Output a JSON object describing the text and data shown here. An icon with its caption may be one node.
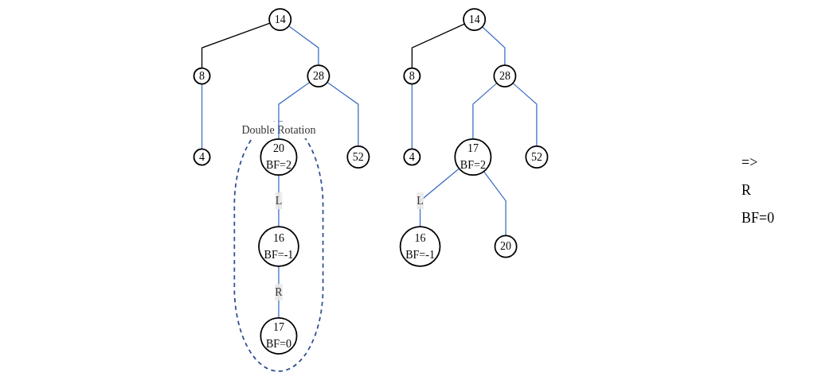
{
  "diagram": {
    "nodes": [
      {
        "text": [
          "14"
        ]
      },
      {
        "text": [
          "8"
        ]
      },
      {
        "text": [
          "28"
        ]
      },
      {
        "text": [
          "4"
        ]
      },
      {
        "text": [
          "Double Rotation"
        ]
      },
      {
        "text": [
          "20",
          "BF=2"
        ],
        "in": 4
      },
      {
        "text": [
          "52"
        ]
      },
      {
        "text": [
          "16",
          "BF=-1"
        ],
        "in": 4
      },
      {
        "text": [
          "17",
          "BF=0"
        ],
        "in": 4
      },
      {
        "text": [
          "14"
        ]
      },
      {
        "text": [
          "8"
        ]
      },
      {
        "text": [
          "28"
        ]
      },
      {
        "text": [
          "4"
        ]
      },
      {
        "text": [
          "17",
          "BF=2"
        ]
      },
      {
        "text": [
          "52"
        ]
      },
      {
        "text": [
          "16",
          "BF=-1"
        ]
      },
      {
        "text": [
          "20"
        ]
      }
    ],
    "edges": [
      {
        "from": 0,
        "to": 1,
        "arrow": "none",
        "color": "#000000"
      },
      {
        "from": 0,
        "to": 2,
        "arrow": "none"
      },
      {
        "from": 1,
        "to": 3,
        "arrow": "none"
      },
      {
        "from": 2,
        "to": 5,
        "arrow": "none"
      },
      {
        "from": 2,
        "to": 6,
        "arrow": "none"
      },
      {
        "from": 5,
        "to": 7,
        "arrow": "none",
        "label": "L"
      },
      {
        "from": 7,
        "to": 8,
        "arrow": "none",
        "label": "R"
      },
      {
        "from": 9,
        "to": 10,
        "arrow": "none",
        "color": "#000000"
      },
      {
        "from": 9,
        "to": 11,
        "arrow": "none"
      },
      {
        "from": 10,
        "to": 12,
        "arrow": "none"
      },
      {
        "from": 11,
        "to": 13,
        "arrow": "none"
      },
      {
        "from": 11,
        "to": 14,
        "arrow": "none"
      },
      {
        "from": 13,
        "to": 15,
        "arrow": "none",
        "label": "L"
      },
      {
        "from": 13,
        "to": 16,
        "arrow": "none"
      }
    ],
    "labels": [
      "=>",
      "R",
      "BF=0"
    ]
  }
}
